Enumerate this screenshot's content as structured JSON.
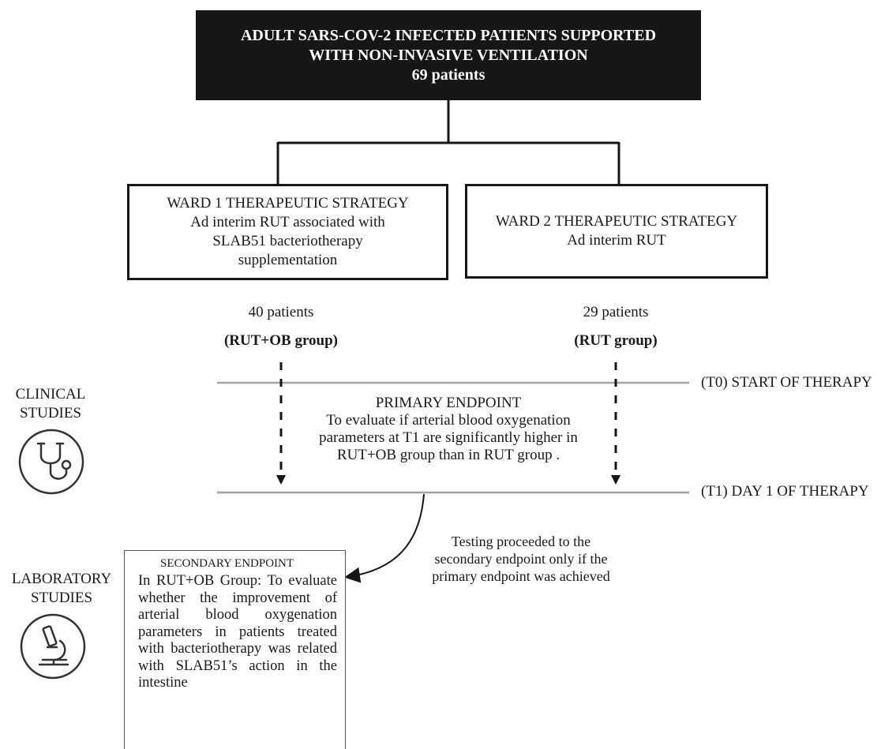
{
  "top_box": {
    "line1": "ADULT SARS-COV-2 INFECTED PATIENTS SUPPORTED",
    "line2": "WITH NON-INVASIVE VENTILATION",
    "line3": "69 patients"
  },
  "ward1": {
    "line1": "WARD 1 THERAPEUTIC STRATEGY",
    "line2": "Ad interim RUT associated with",
    "line3": "SLAB51 bacteriotherapy",
    "line4": "supplementation"
  },
  "ward2": {
    "line1": "WARD 2 THERAPEUTIC STRATEGY",
    "line2": "Ad interim RUT"
  },
  "group1": {
    "count": "40 patients",
    "name": "(RUT+OB group)"
  },
  "group2": {
    "count": "29 patients",
    "name": "(RUT group)"
  },
  "timeline": {
    "t0": "(T0) START OF THERAPY",
    "t1": "(T1) DAY 1 OF THERAPY"
  },
  "primary": {
    "title": "PRIMARY ENDPOINT",
    "line1": "To evaluate if arterial blood oxygenation",
    "line2": "parameters at T1 are significantly higher in",
    "line3": "RUT+OB group than in RUT group ."
  },
  "note": {
    "line1": "Testing proceeded to the",
    "line2": "secondary endpoint only if the",
    "line3": "primary endpoint was achieved"
  },
  "secondary": {
    "title": "SECONDARY ENDPOINT",
    "body": "In RUT+OB Group: To evaluate whether the improvement of arterial blood oxygenation parameters in patients treated with bacteriotherapy was related with SLAB51’s action in the intestine"
  },
  "side_labels": {
    "clinical_line1": "CLINICAL",
    "clinical_line2": "STUDIES",
    "lab_line1": "LABORATORY",
    "lab_line2": "STUDIES"
  },
  "icons": {
    "clinical": "stethoscope-icon",
    "laboratory": "microscope-icon"
  },
  "colors": {
    "box_dark": "#161616",
    "timeline": "#a6a6a6"
  }
}
